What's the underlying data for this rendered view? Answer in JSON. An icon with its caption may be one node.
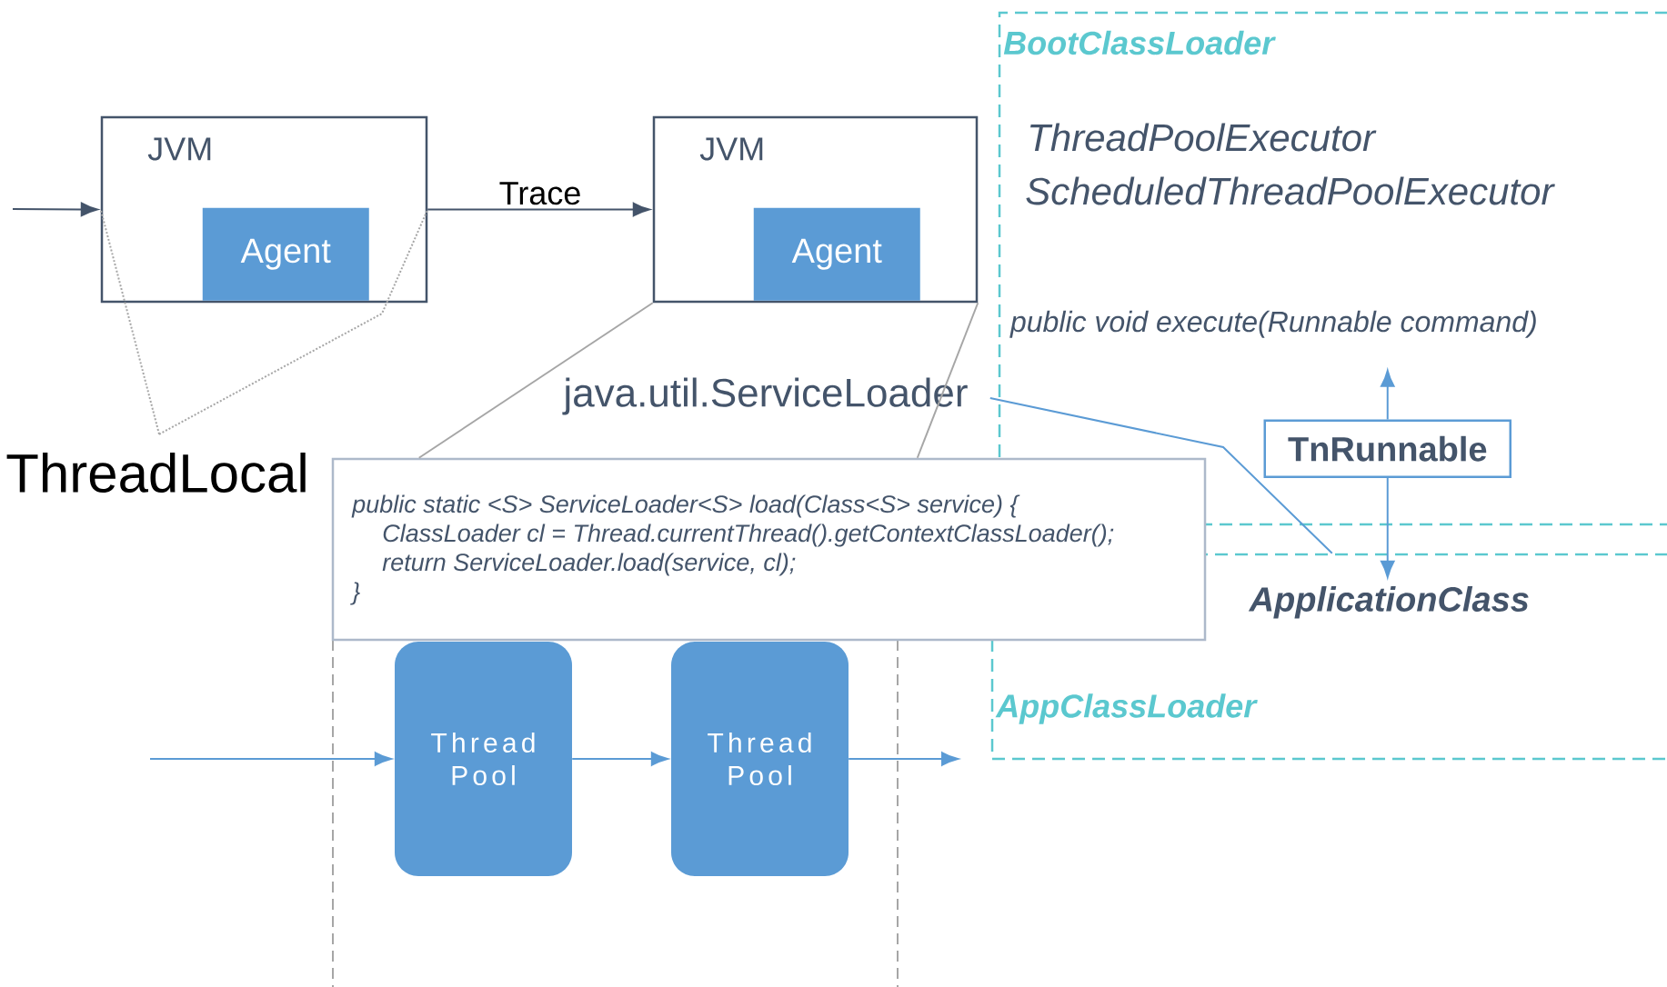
{
  "diagram": {
    "nodes": [
      {
        "text": [
          "JVM"
        ]
      },
      {
        "text": [
          "Agent"
        ],
        "in": 0
      },
      {
        "text": [
          "JVM"
        ]
      },
      {
        "text": [
          "Agent"
        ],
        "in": 2
      },
      {
        "text": [
          "ThreadLocal"
        ]
      },
      {
        "text": [
          "java.util.ServiceLoader"
        ]
      },
      {
        "text": [
          "public static <S> ServiceLoader<S> load(Class<S> service) {",
          "ClassLoader cl = Thread.currentThread().getContextClassLoader();",
          "return ServiceLoader.load(service, cl);",
          "}"
        ]
      },
      {
        "text": [
          "BootClassLoader",
          "ThreadPoolExecutor",
          "ScheduledThreadPoolExecutor"
        ]
      },
      {
        "text": [
          "public void execute(Runnable command)"
        ],
        "in": 7
      },
      {
        "text": [
          "TnRunnable"
        ],
        "in": 7
      },
      {
        "text": [
          "AppClassLoader"
        ]
      },
      {
        "text": [
          "ApplicationClass"
        ],
        "in": 10
      },
      {
        "text": [
          "Thread Pool"
        ]
      },
      {
        "text": [
          "Thread Pool"
        ]
      }
    ],
    "edges": [
      {
        "from": null,
        "to": 0,
        "arrow": "to",
        "color": "#44546a"
      },
      {
        "from": 0,
        "to": 2,
        "arrow": "to",
        "label": "Trace",
        "color": "#44546a"
      },
      {
        "from": 4,
        "to": 0,
        "arrow": "none",
        "style": "dashed",
        "color": "#a6a6a6"
      },
      {
        "from": 4,
        "to": 0,
        "arrow": "none",
        "style": "dashed",
        "color": "#a6a6a6"
      },
      {
        "from": 2,
        "to": 6,
        "arrow": "none",
        "color": "#a6a6a6"
      },
      {
        "from": 2,
        "to": 6,
        "arrow": "none",
        "color": "#a6a6a6"
      },
      {
        "from": 5,
        "to": 10,
        "arrow": "none"
      },
      {
        "from": 9,
        "to": 8,
        "arrow": "to"
      },
      {
        "from": 9,
        "to": 11,
        "arrow": "to"
      },
      {
        "from": null,
        "to": 12,
        "arrow": "to"
      },
      {
        "from": 12,
        "to": 13,
        "arrow": "to"
      },
      {
        "from": 13,
        "to": null,
        "arrow": "to"
      }
    ]
  }
}
